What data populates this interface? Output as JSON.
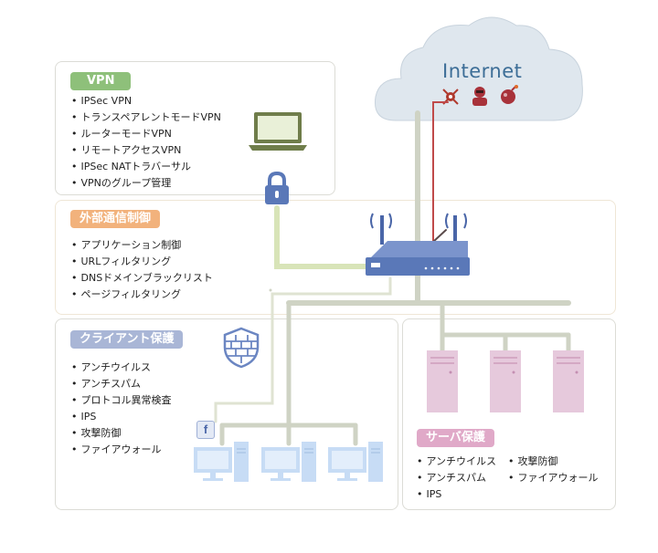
{
  "internet": {
    "label": "Internet"
  },
  "vpn": {
    "title": "VPN",
    "items": [
      "IPSec VPN",
      "トランスペアレントモードVPN",
      "ルーターモードVPN",
      "リモートアクセスVPN",
      "IPSec NATトラバーサル",
      "VPNのグループ管理"
    ]
  },
  "external": {
    "title": "外部通信制御",
    "items": [
      "アプリケーション制御",
      "URLフィルタリング",
      "DNSドメインブラックリスト",
      "ページフィルタリング"
    ]
  },
  "client": {
    "title": "クライアント保護",
    "items": [
      "アンチウイルス",
      "アンチスパム",
      "プロトコル異常検査",
      "IPS",
      "攻撃防御",
      "ファイアウォール"
    ]
  },
  "server": {
    "title": "サーバ保護",
    "col1": [
      "アンチウイルス",
      "アンチスパム",
      "IPS"
    ],
    "col2": [
      "攻撃防御",
      "ファイアウォール"
    ]
  },
  "colors": {
    "vpn": "#8ec07a",
    "external": "#f2b27c",
    "client": "#a9b6d6",
    "server": "#e0b0cc",
    "router": "#5a78b8",
    "wire": "#cfd3c4",
    "vpnWire": "#d8e4b8"
  }
}
